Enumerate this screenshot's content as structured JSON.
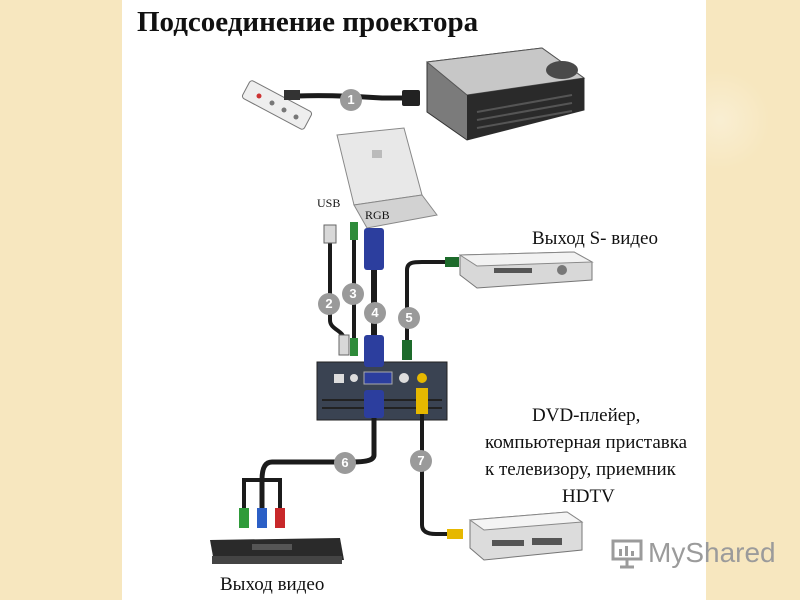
{
  "title": "Подсоединение проектора",
  "labels": {
    "svideo_out": "Выход S- видео",
    "dvd_line1": "DVD-плейер,",
    "dvd_line2": "компьютерная приставка",
    "dvd_line3": "к телевизору, приемник",
    "dvd_line4": "HDTV",
    "video_out": "Выход видео",
    "usb": "USB",
    "rgb": "RGB"
  },
  "badges": [
    "1",
    "2",
    "3",
    "4",
    "5",
    "6",
    "7"
  ],
  "watermark": {
    "text": "MyShared",
    "icon": "presentation-board-icon"
  },
  "colors": {
    "background": "#f7e7bf",
    "badge": "#9a9a9a",
    "cable": "#1b1b1b",
    "vga_blue": "#2c3e9e",
    "yellow_plug": "#e6b800",
    "green_plug": "#2f9b3a",
    "red_plug": "#c8282a",
    "blue_plug": "#2b5fc6"
  }
}
